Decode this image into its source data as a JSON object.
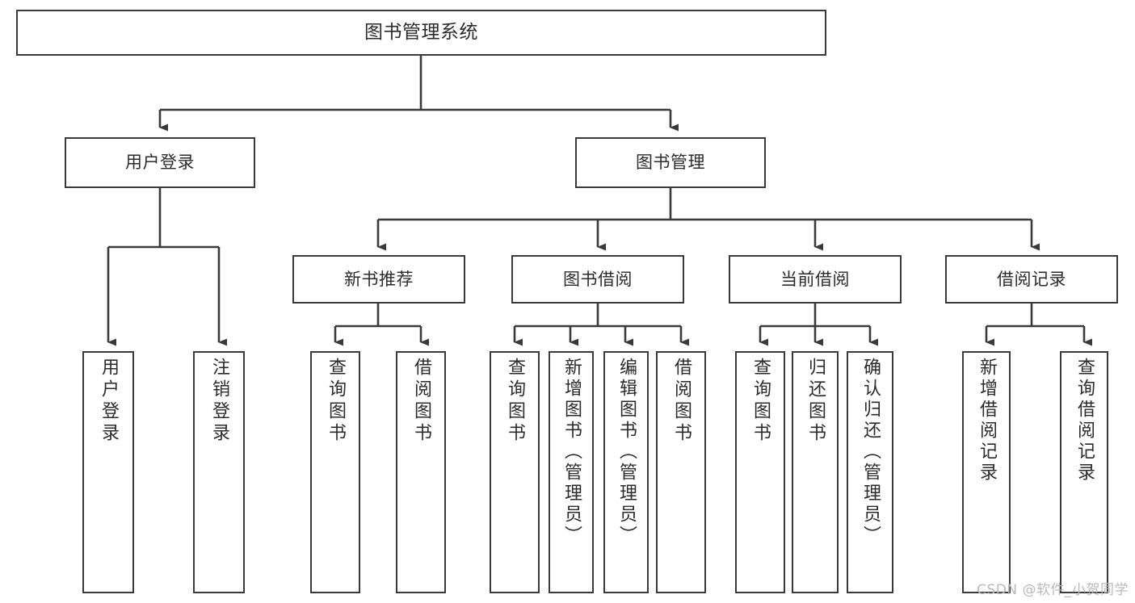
{
  "diagram": {
    "title": "图书管理系统",
    "type": "hierarchy-tree",
    "root": {
      "id": "root",
      "label": "图书管理系统"
    },
    "level1": [
      {
        "id": "user-login",
        "label": "用户登录"
      },
      {
        "id": "book-manage",
        "label": "图书管理"
      }
    ],
    "level2": [
      {
        "id": "new-book-rec",
        "label": "新书推荐"
      },
      {
        "id": "book-borrow",
        "label": "图书借阅"
      },
      {
        "id": "current-borrow",
        "label": "当前借阅"
      },
      {
        "id": "borrow-record",
        "label": "借阅记录"
      }
    ],
    "leaves": [
      {
        "id": "leaf-user-login",
        "label": "用户登录"
      },
      {
        "id": "leaf-logout",
        "label": "注销登录"
      },
      {
        "id": "leaf-query-book-1",
        "label": "查询图书"
      },
      {
        "id": "leaf-borrow-book-1",
        "label": "借阅图书"
      },
      {
        "id": "leaf-query-book-2",
        "label": "查询图书"
      },
      {
        "id": "leaf-add-book",
        "label": "新增图书（管理员）"
      },
      {
        "id": "leaf-edit-book",
        "label": "编辑图书（管理员）"
      },
      {
        "id": "leaf-borrow-book-2",
        "label": "借阅图书"
      },
      {
        "id": "leaf-query-book-3",
        "label": "查询图书"
      },
      {
        "id": "leaf-return-book",
        "label": "归还图书"
      },
      {
        "id": "leaf-confirm-return",
        "label": "确认归还（管理员）"
      },
      {
        "id": "leaf-add-record",
        "label": "新增借阅记录"
      },
      {
        "id": "leaf-query-record",
        "label": "查询借阅记录"
      }
    ],
    "watermark": "CSDN @软件_小贺同学",
    "colors": {
      "stroke": "#3a3a3a",
      "fill": "#ffffff",
      "text": "#2b2b2b",
      "watermark": "#b9b9b9"
    }
  }
}
